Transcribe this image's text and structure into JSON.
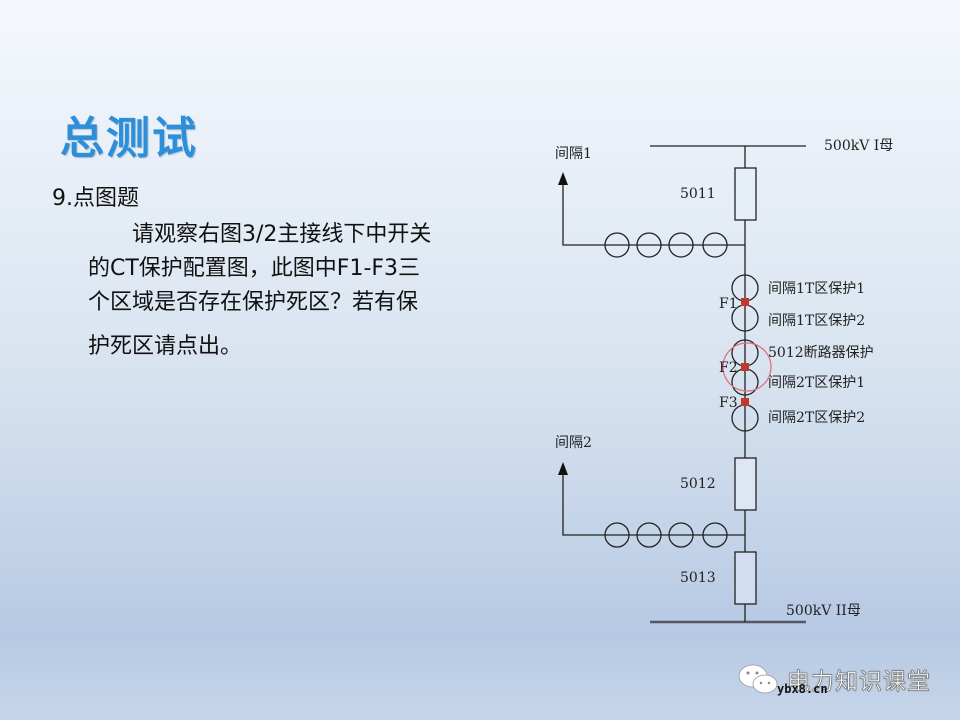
{
  "slide": {
    "title": "总测试",
    "question_number": "9.点图题",
    "question_lines": [
      "请观察右图3/2主接线下中开关",
      "的CT保护配置图，此图中F1-F3三",
      "个区域是否存在保护死区？若有保",
      "护死区请点出。"
    ]
  },
  "diagram": {
    "bus_top_label": "500kV I母",
    "bus_bottom_label": "500kV II母",
    "bay1_label": "间隔1",
    "bay2_label": "间隔2",
    "breakers": [
      "5011",
      "5012",
      "5013"
    ],
    "ct_labels": [
      "间隔1T区保护1",
      "间隔1T区保护2",
      "5012断路器保护",
      "间隔2T区保护1",
      "间隔2T区保护2"
    ],
    "fault_points": [
      "F1",
      "F2",
      "F3"
    ],
    "highlighted_fault": "F2",
    "fault_color": "#c0392b",
    "highlight_color": "#e07080"
  },
  "watermark": {
    "brand": "电力知识课堂",
    "url": "ybx8.cn"
  }
}
